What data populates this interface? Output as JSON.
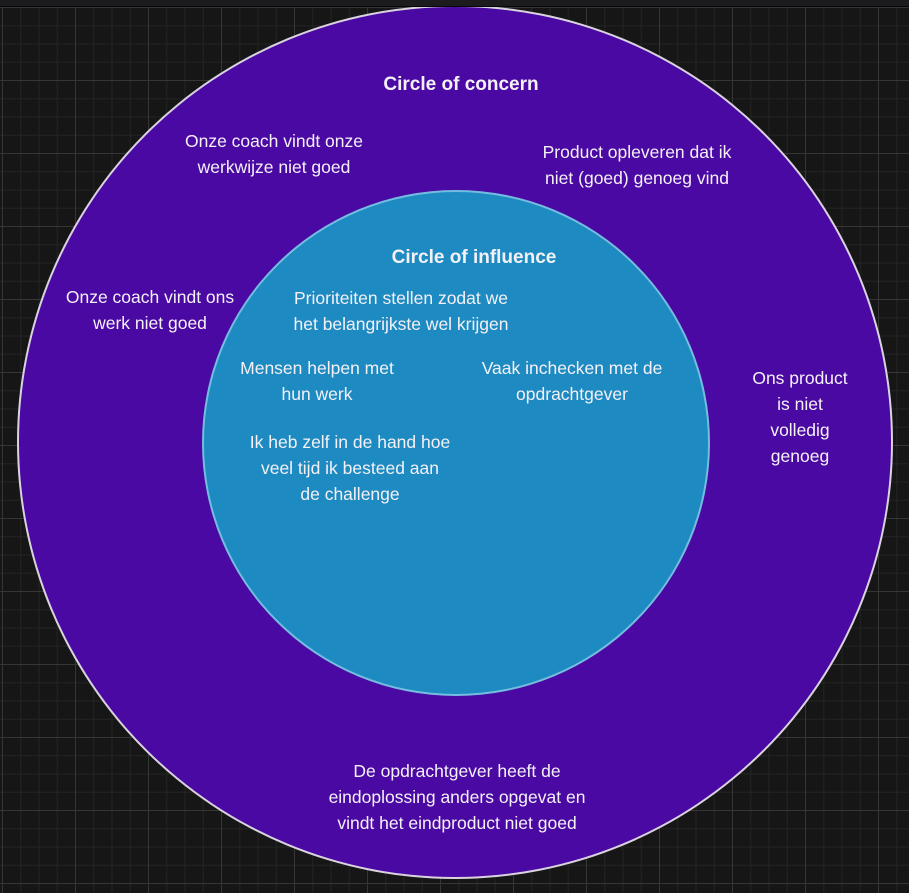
{
  "colors": {
    "canvas_background": "#161616",
    "outer_circle_fill": "#4b09a4",
    "outer_circle_stroke": "#d9d3e0",
    "inner_circle_fill": "#1e8ac2",
    "inner_circle_stroke": "#74bde0",
    "text": "#f4f1f6"
  },
  "outer_circle": {
    "title": "Circle of concern",
    "items": [
      {
        "text": "Onze coach vindt onze\nwerkwijze niet goed"
      },
      {
        "text": "Product opleveren dat ik\nniet (goed) genoeg vind"
      },
      {
        "text": "Onze coach vindt ons\nwerk niet goed"
      },
      {
        "text": "Ons product is niet\nvolledig genoeg"
      },
      {
        "text": "De opdrachtgever heeft de\neindoplossing anders opgevat en\nvindt het eindproduct niet goed"
      }
    ]
  },
  "inner_circle": {
    "title": "Circle of influence",
    "items": [
      {
        "text": "Prioriteiten stellen zodat we\nhet belangrijkste wel krijgen"
      },
      {
        "text": "Mensen helpen met\nhun werk"
      },
      {
        "text": "Vaak inchecken met de\nopdrachtgever"
      },
      {
        "text": "Ik heb zelf in de hand hoe\nveel tijd ik besteed aan\nde challenge"
      }
    ]
  }
}
